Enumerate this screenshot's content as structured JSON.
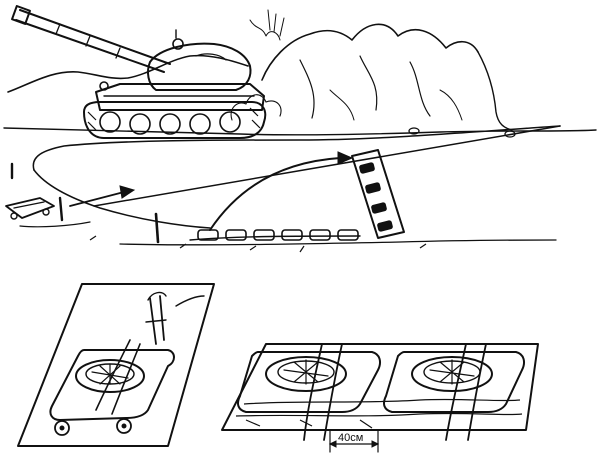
{
  "illustration": {
    "spacing_label": "40см",
    "colors": {
      "ink": "#111111",
      "paper": "#ffffff"
    },
    "parts": [
      "tank",
      "rocky-hills",
      "mine-clearing-hose",
      "launcher-cart",
      "mine-line",
      "cart-detail-inset",
      "mine-spacing-detail-inset"
    ]
  }
}
